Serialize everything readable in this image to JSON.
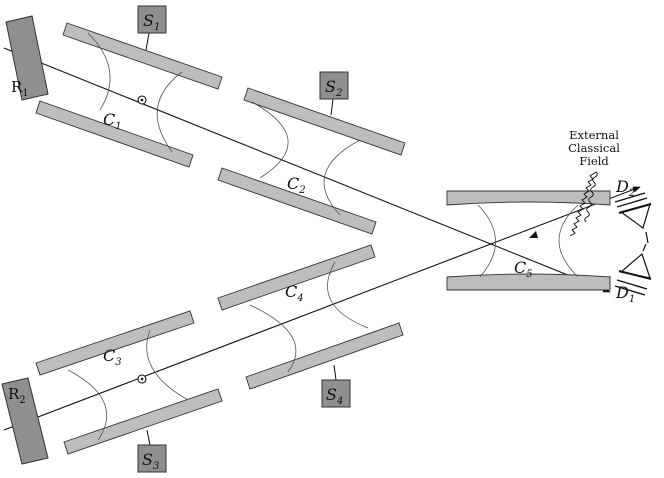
{
  "labels": {
    "R1": {
      "main": "R",
      "sub": "1"
    },
    "R2": {
      "main": "R",
      "sub": "2"
    },
    "S1": {
      "main": "S",
      "sub": "1"
    },
    "S2": {
      "main": "S",
      "sub": "2"
    },
    "S3": {
      "main": "S",
      "sub": "3"
    },
    "S4": {
      "main": "S",
      "sub": "4"
    },
    "C1": {
      "main": "C",
      "sub": "1"
    },
    "C2": {
      "main": "C",
      "sub": "2"
    },
    "C3": {
      "main": "C",
      "sub": "3"
    },
    "C4": {
      "main": "C",
      "sub": "4"
    },
    "C5": {
      "main": "C",
      "sub": "5"
    },
    "D1": {
      "main": "D",
      "sub": "1"
    },
    "D2": {
      "main": "D",
      "sub": "2"
    }
  },
  "field_label": [
    "External",
    "Classical",
    "Field"
  ],
  "colors": {
    "mirror_fill": "#bdbdbd",
    "source_fill": "#8f8f8f",
    "beam": "#111111"
  }
}
